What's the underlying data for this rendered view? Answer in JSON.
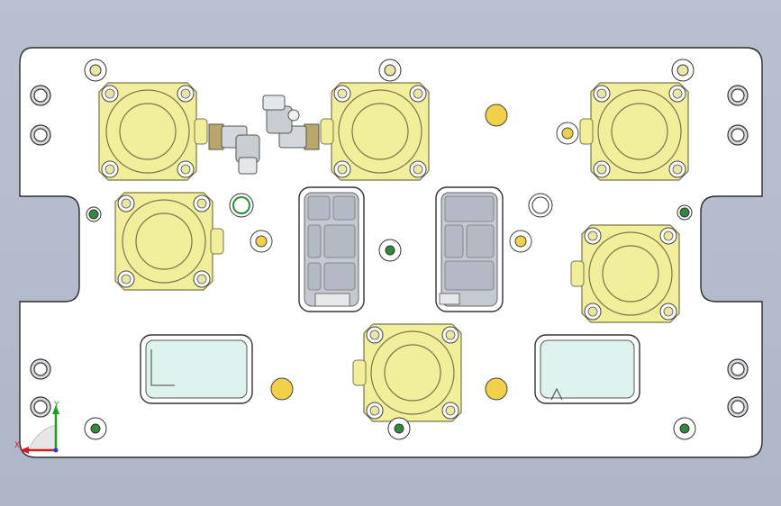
{
  "viewport": {
    "background": "#b4bccd"
  },
  "plate": {
    "fill": "#ffffff",
    "stroke": "#2b2b2b"
  },
  "colors": {
    "cylinder_body": "#f2ef9c",
    "cylinder_edge": "#7a7548",
    "bolt_fill": "#e9e6a6",
    "fitting_metal": "#c8cdd2",
    "locator_pin": "#f2d14a",
    "green_pin": "#2e8b3d",
    "pocket_fill": "#c4c9d2",
    "window_fill": "#def3ee"
  },
  "cylinders": [
    {
      "name": "cylinder-top-left"
    },
    {
      "name": "cylinder-top-center"
    },
    {
      "name": "cylinder-top-right"
    },
    {
      "name": "cylinder-mid-left"
    },
    {
      "name": "cylinder-mid-right"
    },
    {
      "name": "cylinder-bottom-center"
    }
  ],
  "axis_triad": {
    "x_label": "X",
    "y_label": "Y",
    "x_color": "#d22020",
    "y_color": "#1aa01a",
    "z_color": "#1b3fd6"
  }
}
